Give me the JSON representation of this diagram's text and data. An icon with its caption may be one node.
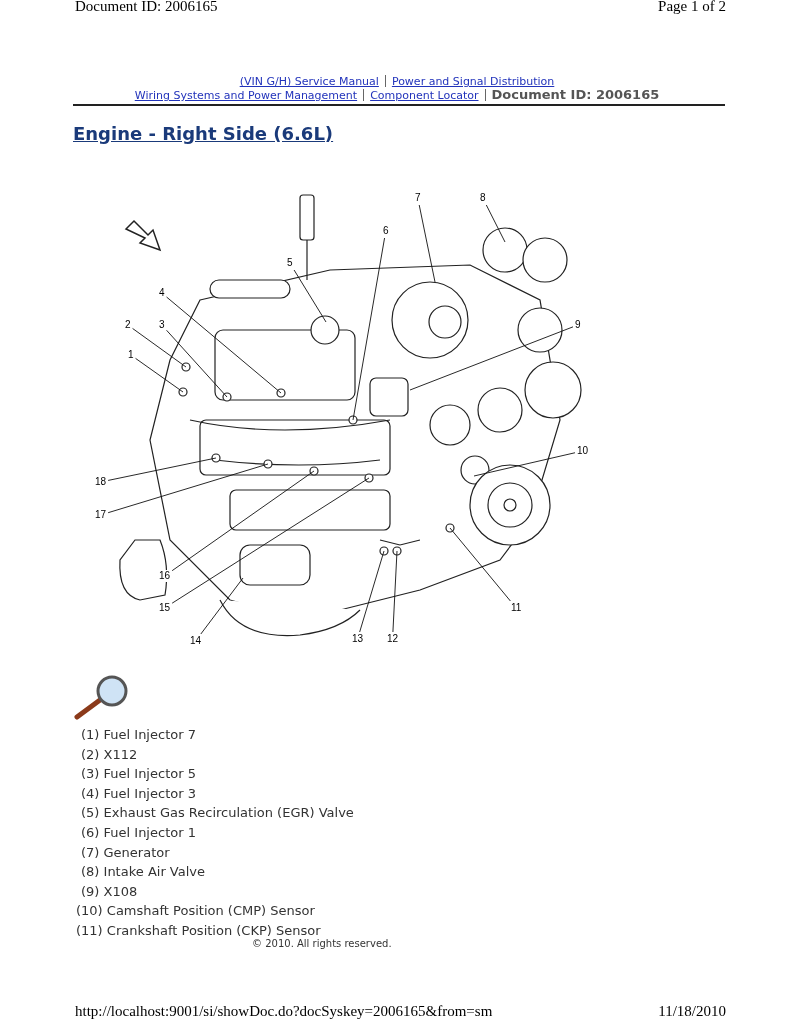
{
  "diagram": {
    "title": "Engine - Right Side (6.6L)",
    "nodes": [
      {
        "text": [
          "1"
        ]
      },
      {
        "text": [
          "2"
        ]
      },
      {
        "text": [
          "3"
        ]
      },
      {
        "text": [
          "4"
        ]
      },
      {
        "text": [
          "5"
        ]
      },
      {
        "text": [
          "6"
        ]
      },
      {
        "text": [
          "7"
        ]
      },
      {
        "text": [
          "8"
        ]
      },
      {
        "text": [
          "9"
        ]
      },
      {
        "text": [
          "10"
        ]
      },
      {
        "text": [
          "11"
        ]
      },
      {
        "text": [
          "12"
        ]
      },
      {
        "text": [
          "13"
        ]
      },
      {
        "text": [
          "14"
        ]
      },
      {
        "text": [
          "15"
        ]
      },
      {
        "text": [
          "16"
        ]
      },
      {
        "text": [
          "17"
        ]
      },
      {
        "text": [
          "18"
        ]
      }
    ],
    "edges": [
      {
        "from": 0,
        "to": null,
        "arrow": "none"
      },
      {
        "from": 1,
        "to": null,
        "arrow": "none"
      },
      {
        "from": 2,
        "to": null,
        "arrow": "none"
      },
      {
        "from": 3,
        "to": null,
        "arrow": "none"
      },
      {
        "from": 4,
        "to": null,
        "arrow": "none"
      },
      {
        "from": 5,
        "to": null,
        "arrow": "none"
      },
      {
        "from": 6,
        "to": null,
        "arrow": "none"
      },
      {
        "from": 7,
        "to": null,
        "arrow": "none"
      },
      {
        "from": 8,
        "to": null,
        "arrow": "none"
      },
      {
        "from": 9,
        "to": null,
        "arrow": "none"
      },
      {
        "from": 10,
        "to": null,
        "arrow": "none"
      },
      {
        "from": 11,
        "to": null,
        "arrow": "none"
      },
      {
        "from": 12,
        "to": null,
        "arrow": "none"
      },
      {
        "from": 13,
        "to": null,
        "arrow": "none"
      },
      {
        "from": 14,
        "to": null,
        "arrow": "none"
      },
      {
        "from": 15,
        "to": null,
        "arrow": "none"
      },
      {
        "from": 16,
        "to": null,
        "arrow": "none"
      },
      {
        "from": 17,
        "to": null,
        "arrow": "none"
      }
    ],
    "labels": [
      "Document ID: 2006165",
      "Page 1 of 2",
      "(VIN G/H) Service Manual",
      "Power and Signal Distribution",
      "Wiring Systems and Power Management",
      "Component Locator",
      "Document ID: 2006165",
      "(1) Fuel Injector 7",
      "(2) X112",
      "(3) Fuel Injector 5",
      "(4) Fuel Injector 3",
      "(5) Exhaust Gas Recirculation (EGR) Valve",
      "(6) Fuel Injector 1",
      "(7) Generator",
      "(8) Intake Air Valve",
      "(9) X108",
      "(10) Camshaft Position (CMP) Sensor",
      "(11) Crankshaft Position (CKP) Sensor",
      "© 2010. All rights reserved.",
      "http://localhost:9001/si/showDoc.do?docSyskey=2006165&from=sm",
      "11/18/2010"
    ]
  }
}
